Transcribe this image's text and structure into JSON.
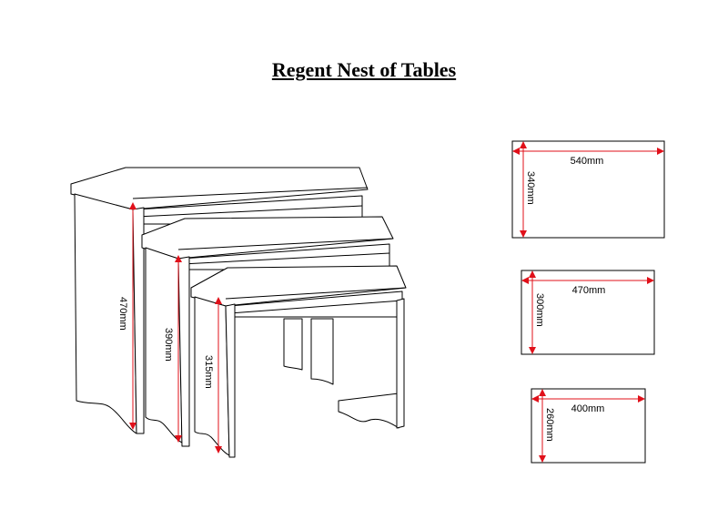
{
  "title": "Regent Nest of Tables",
  "heights": {
    "large": "470mm",
    "medium": "390mm",
    "small": "315mm"
  },
  "tops": [
    {
      "width": "540mm",
      "depth": "340mm"
    },
    {
      "width": "470mm",
      "depth": "300mm"
    },
    {
      "width": "400mm",
      "depth": "260mm"
    }
  ],
  "colors": {
    "dimension": "#e0101a",
    "outline": "#000000"
  }
}
